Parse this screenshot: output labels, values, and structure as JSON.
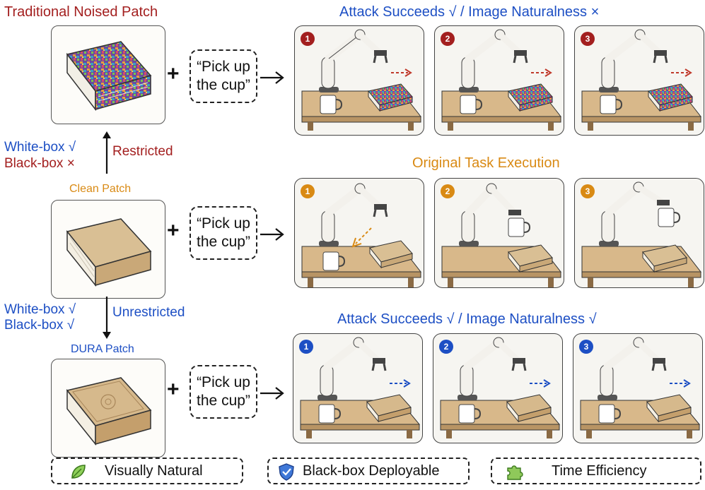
{
  "patches": {
    "traditional": "Traditional Noised Patch",
    "clean": "Clean Patch",
    "dura": "DURA Patch"
  },
  "rows": {
    "top_title": "Attack Succeeds √ / Image Naturalness ×",
    "mid_title": "Original Task Execution",
    "bot_title": "Attack Succeeds √ / Image Naturalness √"
  },
  "prompt": {
    "line1": "“Pick up",
    "line2": "the cup”"
  },
  "plus": "+",
  "restricted": {
    "whitebox": "White-box  √",
    "blackbox": "Black-box  ×",
    "label": "Restricted"
  },
  "unrestricted": {
    "whitebox": "White-box  √",
    "blackbox": "Black-box  √",
    "label": "Unrestricted"
  },
  "steps": [
    "1",
    "2",
    "3"
  ],
  "legend": {
    "natural": "Visually Natural",
    "blackbox": "Black-box Deployable",
    "time": "Time Efficiency"
  },
  "colors": {
    "red": "#a31f1f",
    "blue": "#1d4fc4",
    "orange": "#d98a14"
  }
}
